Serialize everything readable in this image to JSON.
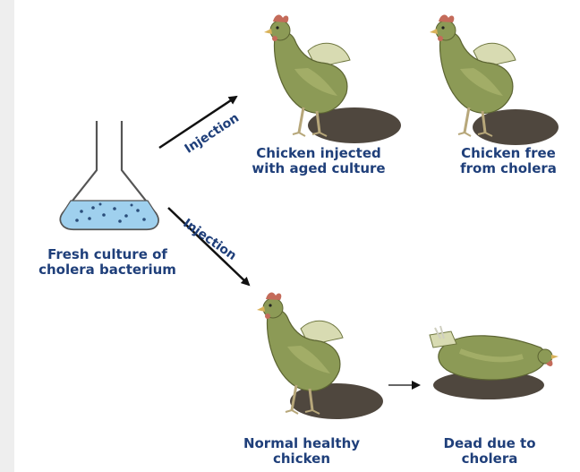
{
  "flask": {
    "line1": "Fresh culture of",
    "line2": "cholera bacterium"
  },
  "arrows": {
    "upper": "Injection",
    "lower": "Injection"
  },
  "chicken_aged": {
    "line1": "Chicken injected",
    "line2": "with aged culture"
  },
  "chicken_free": {
    "line1": "Chicken free",
    "line2": "from cholera"
  },
  "chicken_healthy": {
    "line1": "Normal healthy",
    "line2": "chicken"
  },
  "chicken_dead": {
    "line1": "Dead due to",
    "line2": "cholera"
  },
  "colors": {
    "text": "#1f3f7a",
    "liquid": "#9fd0ee",
    "hen_body": "#8c9a56",
    "shadow": "#4f473e"
  }
}
